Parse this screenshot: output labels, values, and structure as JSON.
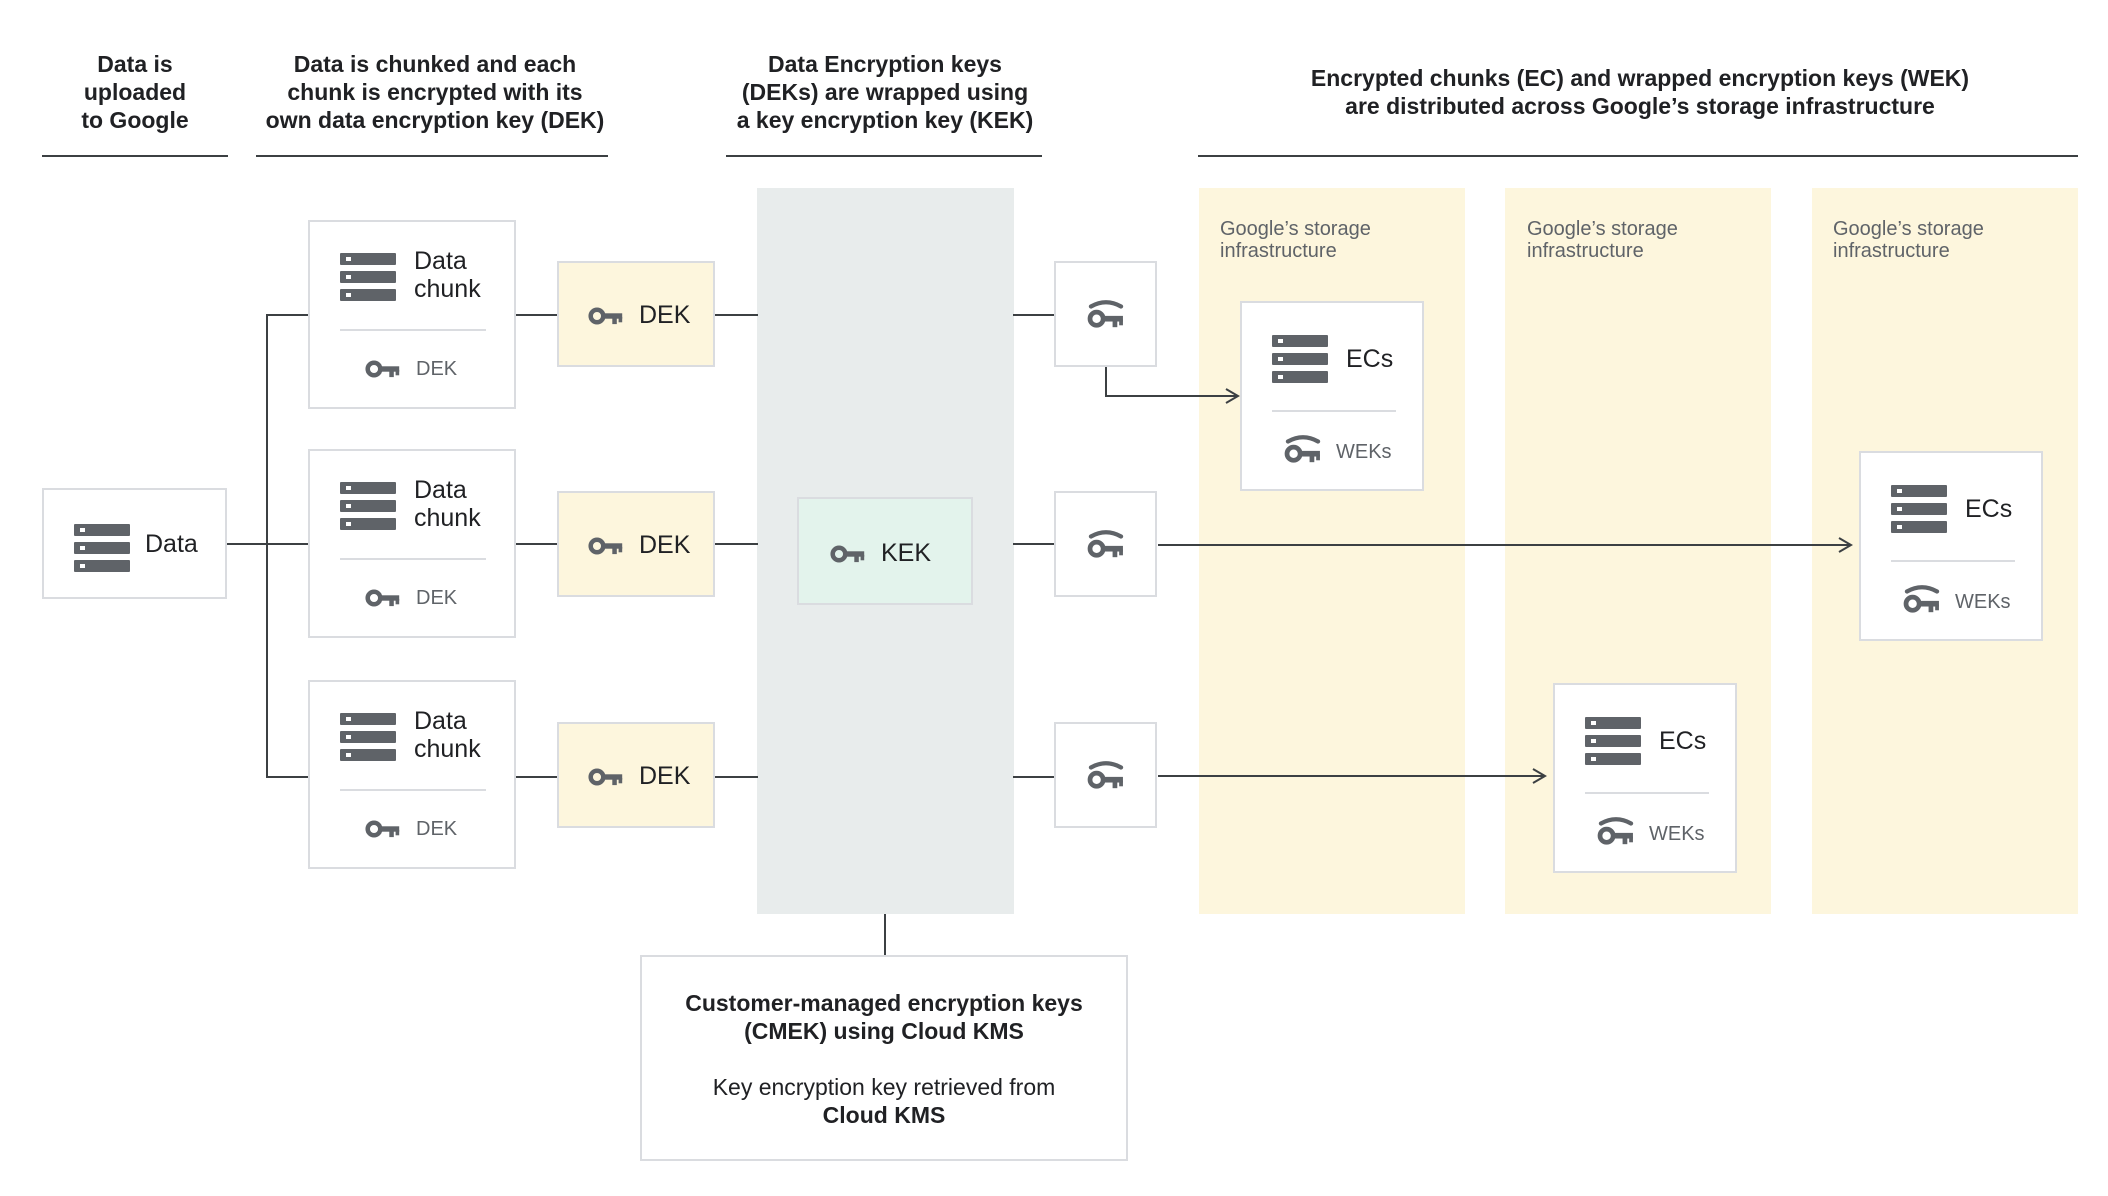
{
  "headers": {
    "upload": [
      "Data is",
      "uploaded",
      "to Google"
    ],
    "chunk": [
      "Data is chunked and each",
      "chunk is encrypted with its",
      "own data encryption key (DEK)"
    ],
    "wrap": [
      "Data Encryption keys",
      "(DEKs) are wrapped using",
      "a key encryption key (KEK)"
    ],
    "distribute": [
      "Encrypted chunks (EC) and wrapped encryption keys (WEK)",
      "are distributed across Google’s storage infrastructure"
    ]
  },
  "source": {
    "label": "Data",
    "icon": "server-stack-icon"
  },
  "chunks": [
    {
      "title_line1": "Data",
      "title_line2": "chunk",
      "key_label": "DEK"
    },
    {
      "title_line1": "Data",
      "title_line2": "chunk",
      "key_label": "DEK"
    },
    {
      "title_line1": "Data",
      "title_line2": "chunk",
      "key_label": "DEK"
    }
  ],
  "deks": [
    {
      "label": "DEK",
      "icon": "key-icon"
    },
    {
      "label": "DEK",
      "icon": "key-icon"
    },
    {
      "label": "DEK",
      "icon": "key-icon"
    }
  ],
  "kek": {
    "label": "KEK",
    "icon": "key-icon"
  },
  "wrapped_keys": [
    {
      "icon": "wrapped-key-icon"
    },
    {
      "icon": "wrapped-key-icon"
    },
    {
      "icon": "wrapped-key-icon"
    }
  ],
  "storage_columns": [
    {
      "label": "Google’s storage\ninfrastructure"
    },
    {
      "label": "Google’s storage\ninfrastructure"
    },
    {
      "label": "Google’s storage\ninfrastructure"
    }
  ],
  "stored_items": [
    {
      "ec_label": "ECs",
      "wek_label": "WEKs"
    },
    {
      "ec_label": "ECs",
      "wek_label": "WEKs"
    },
    {
      "ec_label": "ECs",
      "wek_label": "WEKs"
    }
  ],
  "cmek": {
    "title_line1": "Customer-managed encryption keys",
    "title_line2": "(CMEK) using Cloud KMS",
    "text_line1": "Key encryption key retrieved from",
    "text_line2": "Cloud KMS"
  },
  "colors": {
    "storage_bg": "#fdf6dd",
    "kek_zone_bg": "#e8ecec",
    "kek_box_bg": "#e3f3ec",
    "dek_box_bg": "#fdf6dd",
    "icon": "#5f6368",
    "line": "#3c4043"
  }
}
